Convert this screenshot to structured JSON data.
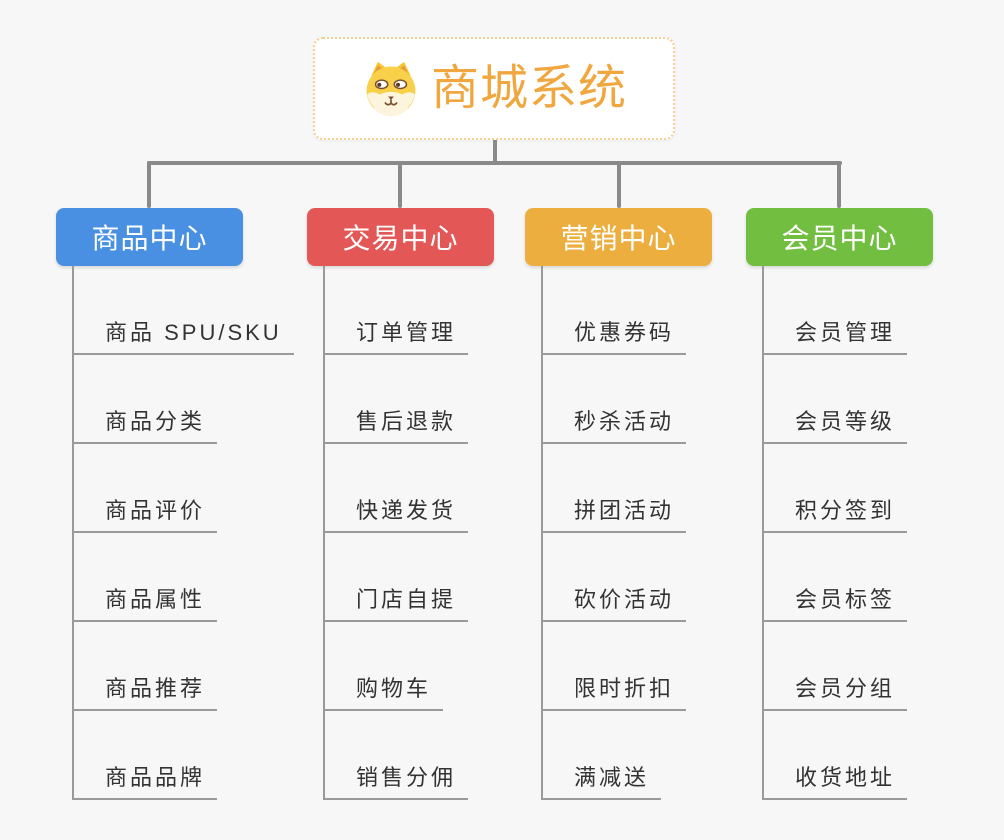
{
  "root": {
    "title": "商城系统",
    "icon": "dog-face-icon"
  },
  "branches": [
    {
      "name": "product-center",
      "label": "商品中心",
      "color": "#4A90E2",
      "children": [
        "商品 SPU/SKU",
        "商品分类",
        "商品评价",
        "商品属性",
        "商品推荐",
        "商品品牌"
      ]
    },
    {
      "name": "trade-center",
      "label": "交易中心",
      "color": "#E45757",
      "children": [
        "订单管理",
        "售后退款",
        "快递发货",
        "门店自提",
        "购物车",
        "销售分佣"
      ]
    },
    {
      "name": "marketing-center",
      "label": "营销中心",
      "color": "#EBAE3F",
      "children": [
        "优惠券码",
        "秒杀活动",
        "拼团活动",
        "砍价活动",
        "限时折扣",
        "满减送"
      ]
    },
    {
      "name": "member-center",
      "label": "会员中心",
      "color": "#71BE41",
      "children": [
        "会员管理",
        "会员等级",
        "积分签到",
        "会员标签",
        "会员分组",
        "收货地址"
      ]
    }
  ],
  "colors": {
    "background": "#F7F7F7",
    "connector": "#8A8A8A",
    "leaf_line": "#9A9A9A",
    "leaf_text": "#333333",
    "root_title": "#F0A73F",
    "root_border": "#F5CF92"
  }
}
